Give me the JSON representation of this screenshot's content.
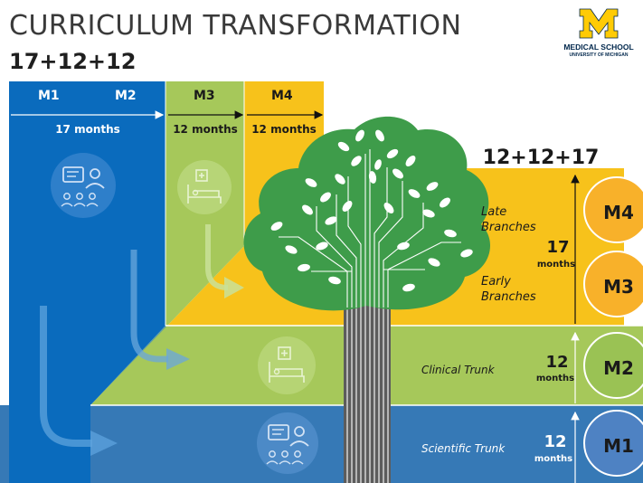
{
  "header": {
    "title": "CURRICULUM TRANSFORMATION",
    "subtitle": "17+12+12",
    "logo_line1": "MEDICAL SCHOOL",
    "logo_line2": "UNIVERSITY OF MICHIGAN"
  },
  "old_model": {
    "years": [
      "M1",
      "M2",
      "M3",
      "M4"
    ],
    "durations": [
      "17 months",
      "12 months",
      "12 months"
    ]
  },
  "new_model": {
    "title": "12+12+17",
    "levels": [
      {
        "name": "Late Branches",
        "year": "M4"
      },
      {
        "name": "Early Branches",
        "year": "M3"
      },
      {
        "name": "Clinical Trunk",
        "year": "M2"
      },
      {
        "name": "Scientific Trunk",
        "year": "M1"
      }
    ],
    "branches_months": "17",
    "clinical_months": "12",
    "scientific_months": "12",
    "months_unit": "months"
  },
  "icons": [
    "presentation-icon",
    "hospital-bed-icon",
    "hospital-bed-icon",
    "presentation-icon"
  ],
  "colors": {
    "blue_dark": "#0b6bbd",
    "blue": "#2f78b7",
    "green": "#a7ca5a",
    "yellow": "#f9c41c",
    "tree_green": "#3d9d4a",
    "trunk_gray": "#5b5b5b",
    "circle_orange": "#f8b12a",
    "circle_green": "#9ac254",
    "circle_blue": "#4e82c3",
    "michigan_maize": "#ffcb05",
    "michigan_blue": "#00274c"
  }
}
